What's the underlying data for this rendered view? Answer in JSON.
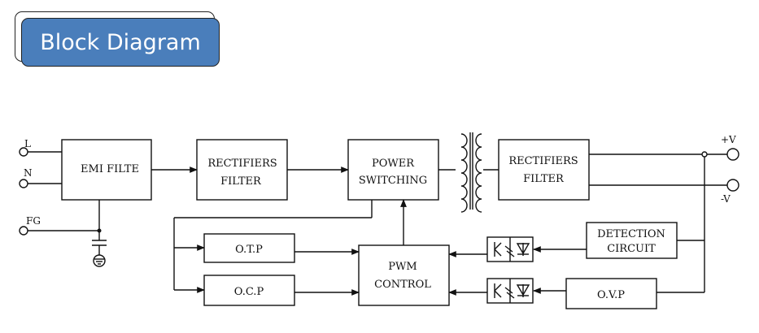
{
  "title": "Block Diagram",
  "terminals": {
    "line": "L",
    "neutral": "N",
    "frame_ground": "FG",
    "pos_out": "+V",
    "neg_out": "-V"
  },
  "blocks": {
    "emi": "EMI FILTE",
    "rect_in_1": "RECTIFIERS",
    "rect_in_2": "FILTER",
    "power_1": "POWER",
    "power_2": "SWITCHING",
    "rect_out_1": "RECTIFIERS",
    "rect_out_2": "FILTER",
    "detect_1": "DETECTION",
    "detect_2": "CIRCUIT",
    "otp": "O.T.P",
    "ocp": "O.C.P",
    "pwm_1": "PWM",
    "pwm_2": "CONTROL",
    "ovp": "O.V.P"
  }
}
